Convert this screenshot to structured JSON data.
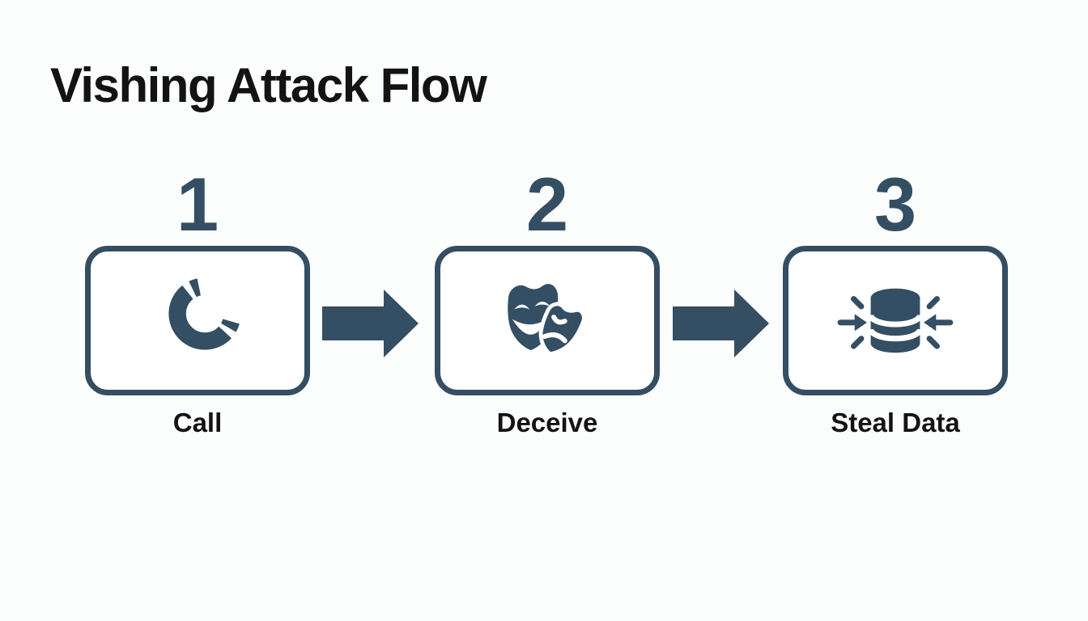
{
  "title": "Vishing Attack Flow",
  "colors": {
    "accent": "#344E63",
    "text": "#131313",
    "background": "#FCFDFD"
  },
  "steps": [
    {
      "number": "1",
      "label": "Call",
      "icon": "phone-icon"
    },
    {
      "number": "2",
      "label": "Deceive",
      "icon": "theater-masks-icon"
    },
    {
      "number": "3",
      "label": "Steal Data",
      "icon": "database-steal-icon"
    }
  ],
  "connectors": [
    {
      "icon": "arrow-right-icon"
    },
    {
      "icon": "arrow-right-icon"
    }
  ]
}
